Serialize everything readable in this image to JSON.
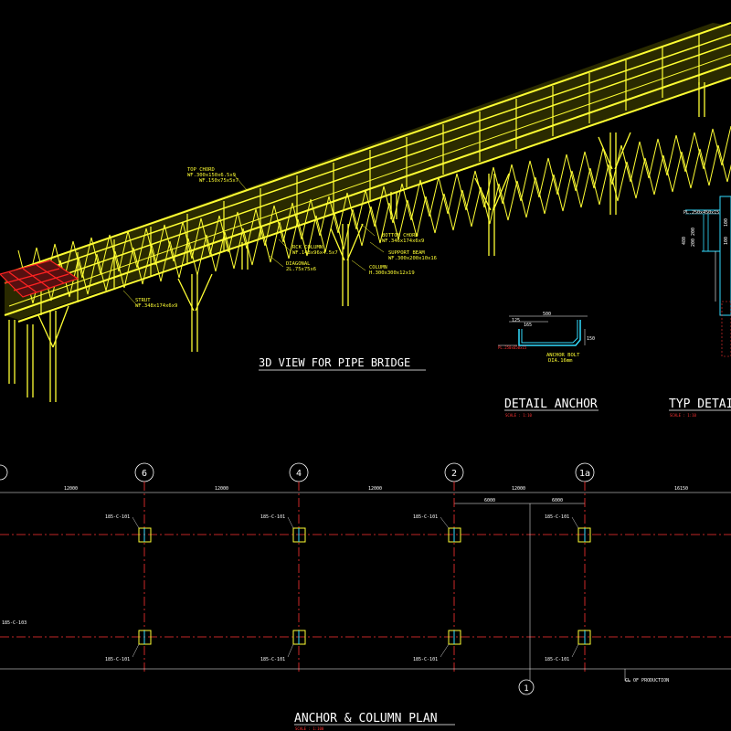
{
  "titles": {
    "view3d": "3D VIEW FOR PIPE BRIDGE",
    "detail_anchor": "DETAIL ANCHOR",
    "detail_anchor_scale": "SCALE : 1:10",
    "typ_detail": "TYP DETAI",
    "typ_detail_scale": "SCALE : 1:10",
    "plan": "ANCHOR & COLUMN PLAN",
    "plan_scale": "SCALE : 1:100"
  },
  "callouts": {
    "top_chord_1": "TOP CHORD",
    "top_chord_2": "WF.300x150x6.5x9",
    "top_chord_3": "WF.150x75x5x7",
    "bottom_chord_1": "BOTTOM CHORD",
    "bottom_chord_2": "WF.346x174x6x9",
    "support_beam_1": "SUPPORT BEAM",
    "support_beam_2": "WF.300x200x10x16",
    "column_1": "COLUMN",
    "column_2": "H.300x300x12x19",
    "rck_column_1": "RCK COLUMN",
    "rck_column_2": "WF.148x96x4.5x7",
    "diagonal_1": "DIAGONAL",
    "diagonal_2": "2L.75x75x6",
    "strut_1": "STRUT",
    "strut_2": "WF.348x174x6x9"
  },
  "anchor_detail": {
    "dim_total": "500",
    "dim_left": "125",
    "dim_inner": "165",
    "dim_right": "150",
    "note_1": "ANCHOR BOLT",
    "note_2": "DIA.16mm",
    "plate": "PL.250x650x15"
  },
  "grid": {
    "bubbles": [
      "6",
      "4",
      "2",
      "1a"
    ],
    "bottom_bubble": "1",
    "spacings": [
      "12000",
      "12000",
      "12000",
      "12000",
      "16150"
    ],
    "sub_spacings": [
      "6000",
      "6000"
    ]
  },
  "column_tags": {
    "top": [
      "185-C-101",
      "185-C-101",
      "185-C-101",
      "185-C-101"
    ],
    "bottom": [
      "185-C-101",
      "185-C-101",
      "185-C-101",
      "185-C-101"
    ],
    "left": "185-C-103"
  },
  "production_label": "CL OF PRODUCTION",
  "typ_dims": {
    "d1": "480",
    "d2": "200",
    "d3": "200",
    "d4": "100",
    "d5": "100",
    "plate": "PL.250x450x15"
  },
  "colors": {
    "background": "#000000",
    "truss": "#ffff33",
    "anchor_zone": "#ff2222",
    "grid_line": "#ff3333",
    "text": "#ffffff",
    "detail_blue": "#33ddff"
  }
}
